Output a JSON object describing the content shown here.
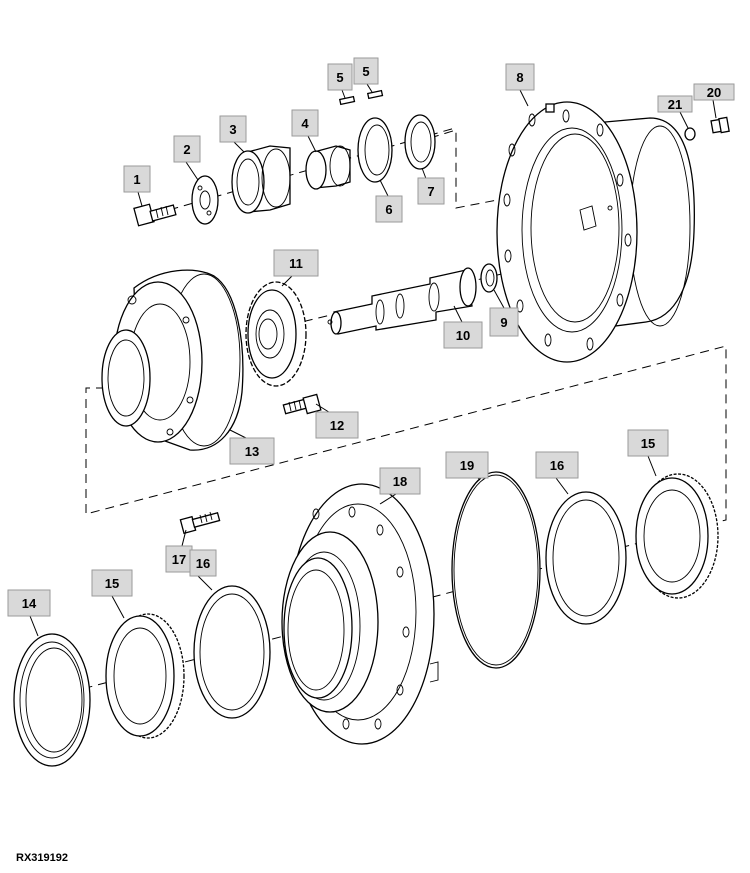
{
  "reference_code": "RX319192",
  "callouts": [
    {
      "id": "c1",
      "label": "1"
    },
    {
      "id": "c2",
      "label": "2"
    },
    {
      "id": "c3",
      "label": "3"
    },
    {
      "id": "c4",
      "label": "4"
    },
    {
      "id": "c5a",
      "label": "5"
    },
    {
      "id": "c5b",
      "label": "5"
    },
    {
      "id": "c6",
      "label": "6"
    },
    {
      "id": "c7",
      "label": "7"
    },
    {
      "id": "c8",
      "label": "8"
    },
    {
      "id": "c9",
      "label": "9"
    },
    {
      "id": "c10",
      "label": "10"
    },
    {
      "id": "c11",
      "label": "11"
    },
    {
      "id": "c12",
      "label": "12"
    },
    {
      "id": "c13",
      "label": "13"
    },
    {
      "id": "c14",
      "label": "14"
    },
    {
      "id": "c15a",
      "label": "15"
    },
    {
      "id": "c15b",
      "label": "15"
    },
    {
      "id": "c16a",
      "label": "16"
    },
    {
      "id": "c16b",
      "label": "16"
    },
    {
      "id": "c17",
      "label": "17"
    },
    {
      "id": "c18",
      "label": "18"
    },
    {
      "id": "c19",
      "label": "19"
    },
    {
      "id": "c20",
      "label": "20"
    },
    {
      "id": "c21",
      "label": "21"
    }
  ]
}
